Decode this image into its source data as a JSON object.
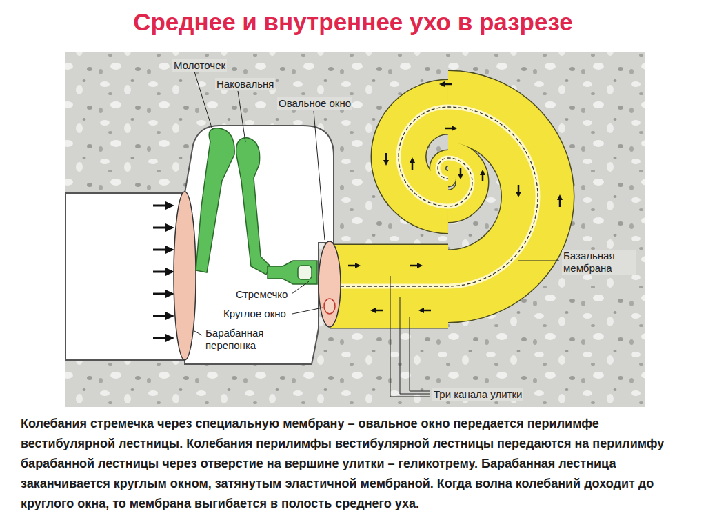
{
  "diagram": {
    "title": "Среднее и внутреннее ухо в разрезе",
    "caption": "Колебания стремечка через специальную мембрану – овальное окно передается перилимфе вестибулярной лестницы. Колебания перилимфы вестибулярной лестницы передаются на перилимфу барабанной лестницы через отверстие на вершине улитки – геликотрему. Барабанная лестница заканчивается круглым окном, затянутым эластичной мембраной. Когда волна колебаний доходит до круглого окна, то мембрана выгибается в полость среднего уха.",
    "labels": [
      "Молоточек",
      "Наковальня",
      "Овальное окно",
      "Базальная мембрана",
      "Стремечко",
      "Круглое окно",
      "Барабанная перепонка",
      "Три канала улитки"
    ]
  }
}
